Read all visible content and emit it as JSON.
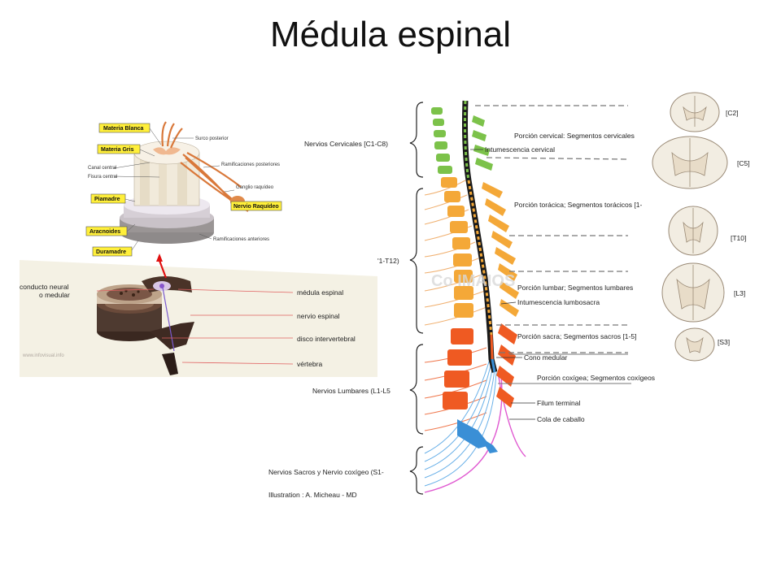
{
  "title": "Médula espinal",
  "figure_cross_section": {
    "tag_labels": [
      "Materia Blanca",
      "Materia Gris",
      "Piamadre",
      "Aracnoides",
      "Duramadre",
      "Nervio Raquídeo"
    ],
    "small_labels": [
      "Surco posterior",
      "Canal central",
      "Fisura central",
      "Ramificaciones posteriores",
      "Ganglio raquídeo",
      "Ramificaciones anteriores"
    ]
  },
  "figure_vertebra": {
    "left_label_line1": "conducto neural",
    "left_label_line2": "o medular",
    "labels": [
      "médula espinal",
      "nervio espinal",
      "disco intervertebral",
      "vértebra"
    ],
    "watermark": "www.infovisual.info"
  },
  "figure_spine": {
    "left_labels": [
      "Nervios Cervicales [C1-C8)",
      "'1-T12)",
      "Nervios Lumbares (L1-L5",
      "Nervios Sacros y Nervio coxígeo (S1-",
      "Illustration : A. Micheau - MD"
    ],
    "right_labels": [
      "Porción cervical: Segmentos cervicales",
      "Intumescencia cervical",
      "Porción torácica; Segmentos torácicos [1-",
      "Porción lumbar; Segmentos lumbares",
      "Intumescencia lumbosacra",
      "Porción sacra; Segmentos sacros [1-5]",
      "Cono medular",
      "Porción coxígea; Segmentos coxígeos",
      "Filum terminal",
      "Cola de caballo"
    ],
    "section_labels": [
      "[C2]",
      "[C5]",
      "[T10]",
      "[L3]",
      "[S3]"
    ],
    "watermark": "Co IMAIOS",
    "colors": {
      "cervical": "#7cc24a",
      "thoracic": "#f4a838",
      "lumbar": "#ef5a22",
      "sacral": "#3a8fd6",
      "coccygeal": "#e05ad1",
      "cord": "#1a1a1a"
    }
  }
}
